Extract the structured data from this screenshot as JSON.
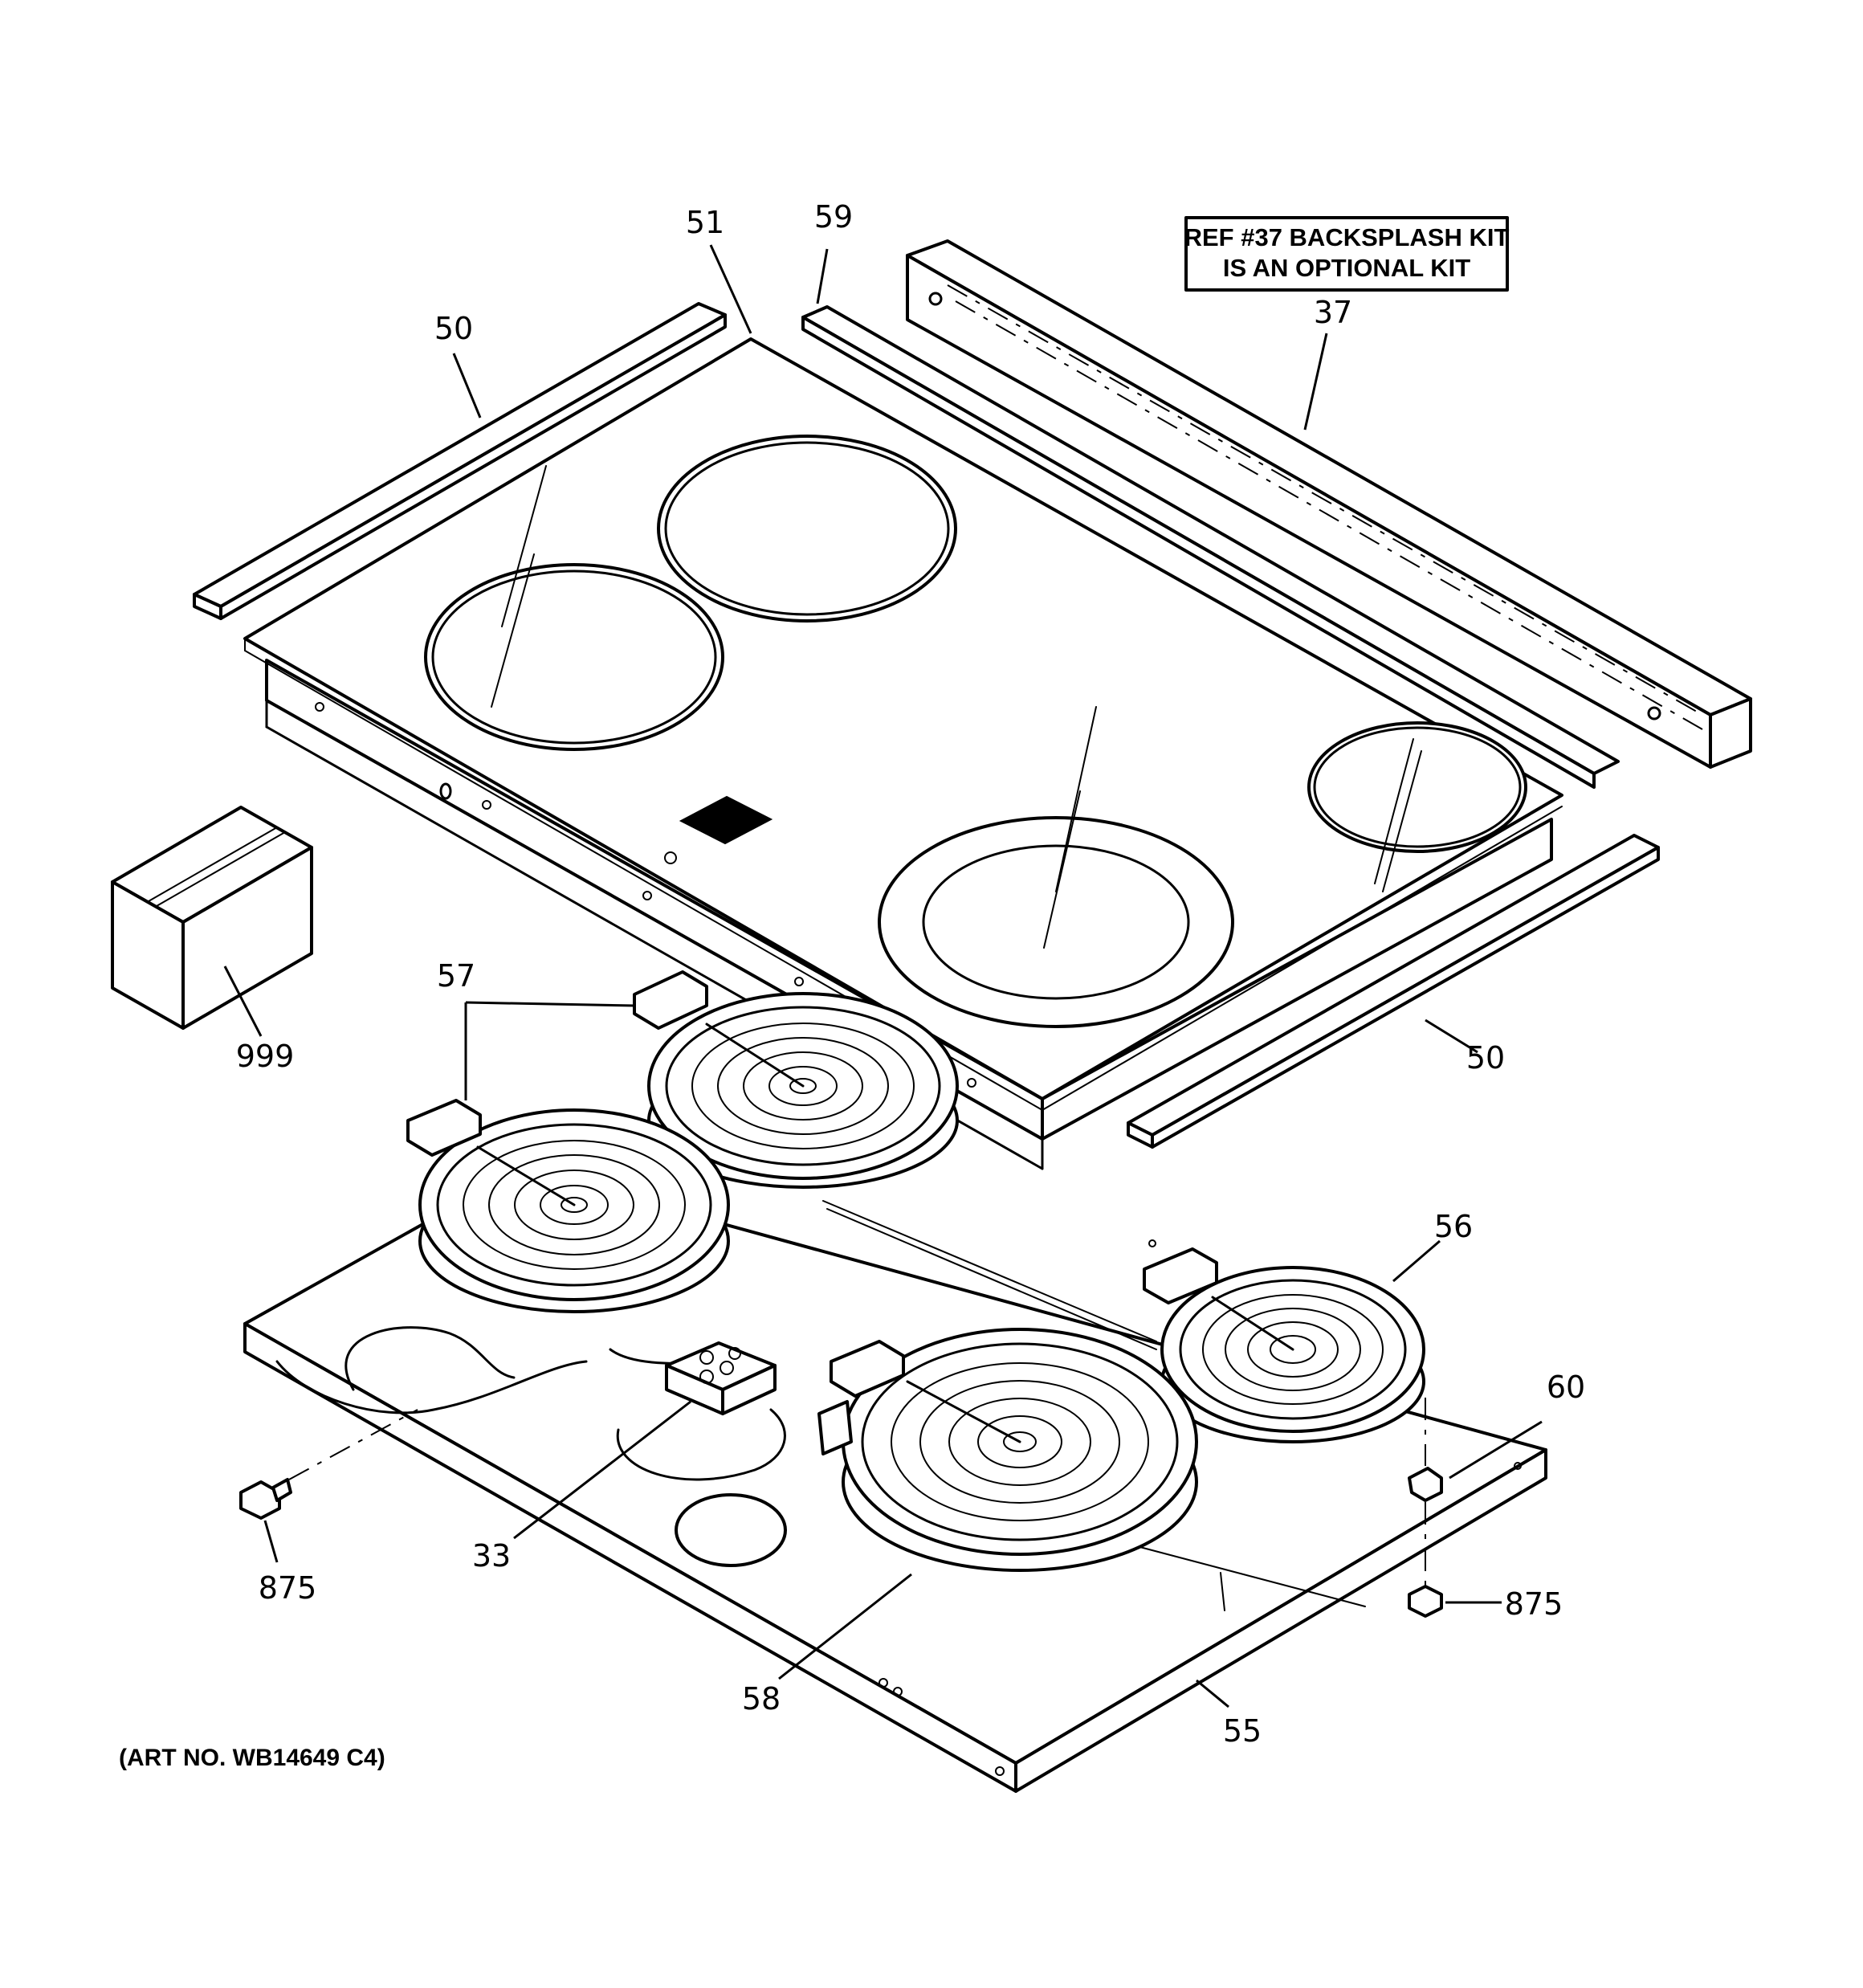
{
  "note": {
    "line1": "REF #37 BACKSPLASH KIT",
    "line2": "IS AN OPTIONAL KIT"
  },
  "art_number": "(ART NO. WB14649 C4)",
  "callouts": {
    "c50_left": "50",
    "c51": "51",
    "c59": "59",
    "c37": "37",
    "c999": "999",
    "c57": "57",
    "c50_right": "50",
    "c56": "56",
    "c60": "60",
    "c875_left": "875",
    "c33": "33",
    "c875_right": "875",
    "c58": "58",
    "c55": "55"
  }
}
